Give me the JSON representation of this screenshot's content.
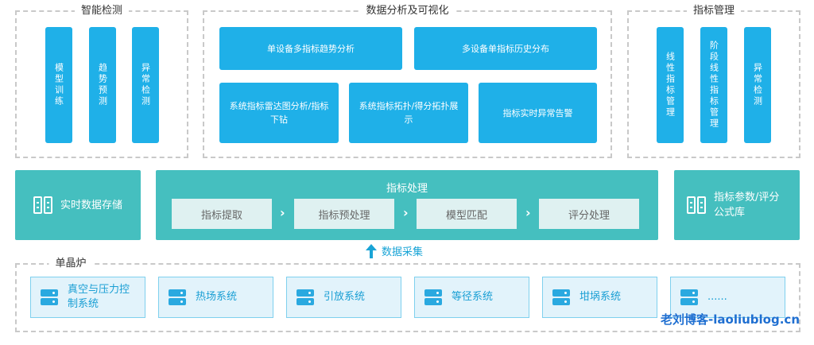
{
  "smart_detection": {
    "title": "智能检测",
    "items": [
      "模型训练",
      "趋势预测",
      "异常检测"
    ]
  },
  "analysis": {
    "title": "数据分析及可视化",
    "row1": [
      "单设备多指标趋势分析",
      "多设备单指标历史分布"
    ],
    "row2": [
      "系统指标雷达图分析/指标下钻",
      "系统指标拓扑/得分拓扑展示",
      "指标实时异常告警"
    ]
  },
  "indicator_mgmt": {
    "title": "指标管理",
    "items": [
      "线性指标管理",
      "阶段线性指标管理",
      "异常检测"
    ]
  },
  "storage": {
    "label": "实时数据存储"
  },
  "processing": {
    "title": "指标处理",
    "steps": [
      "指标提取",
      "指标预处理",
      "模型匹配",
      "评分处理"
    ]
  },
  "formula_lib": {
    "label": "指标参数/评分公式库"
  },
  "collect": {
    "label": "数据采集"
  },
  "crystal_furnace": {
    "title": "单晶炉",
    "systems": [
      "真空与压力控制系统",
      "热场系统",
      "引放系统",
      "等径系统",
      "坩埚系统",
      "......"
    ]
  },
  "watermark": "老刘博客-laoliublog.cn",
  "colors": {
    "blue": "#1fb0e8",
    "teal": "#45bfbf",
    "light_teal": "#dff1f1",
    "light_blue": "#e2f3fb"
  }
}
